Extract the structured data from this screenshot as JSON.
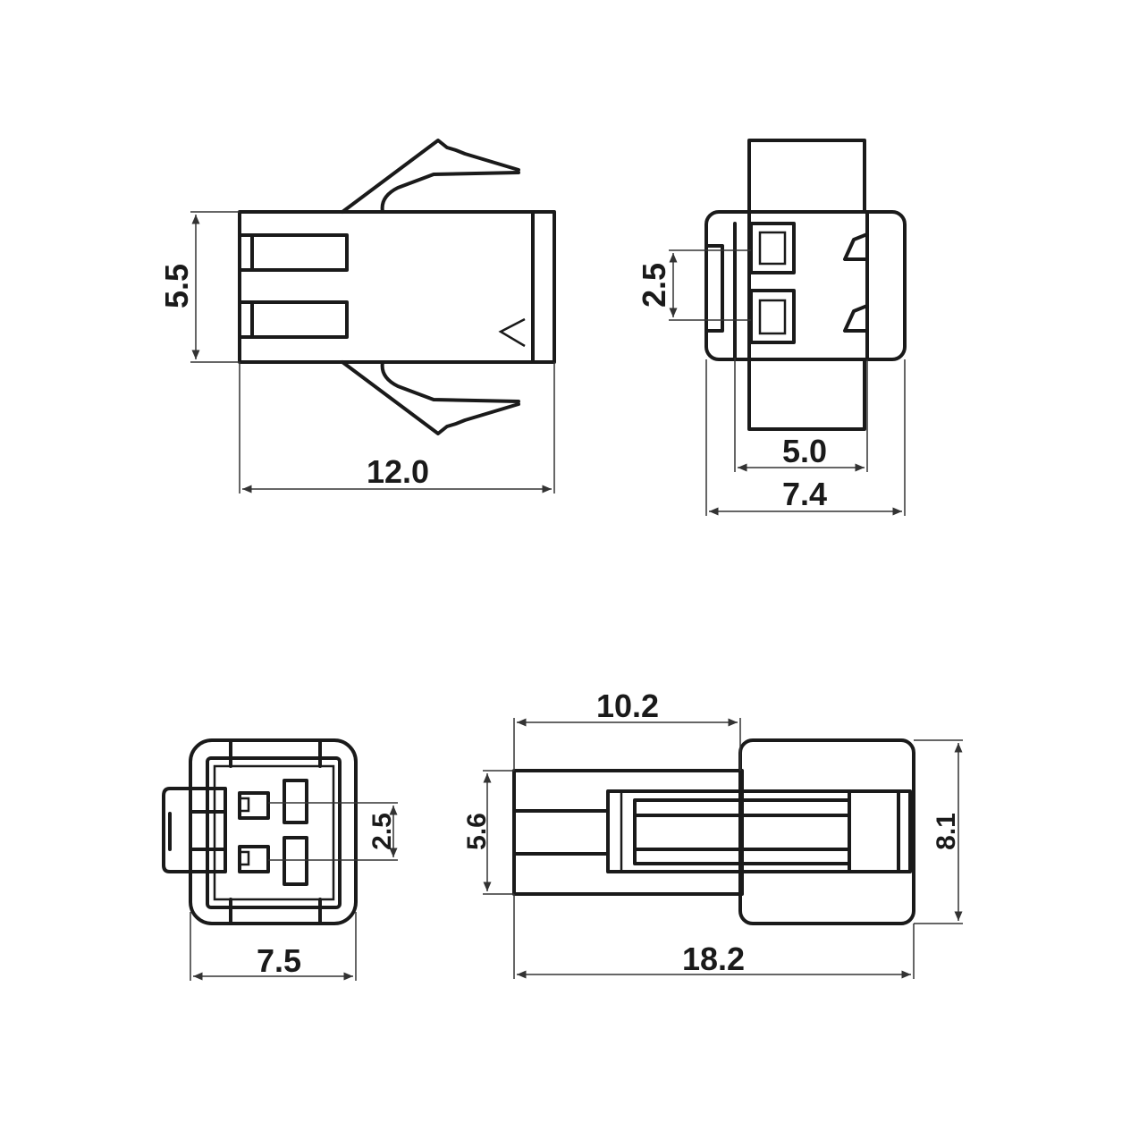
{
  "views": {
    "side_view": {
      "dims": {
        "height": "5.5",
        "length": "12.0"
      }
    },
    "front_view": {
      "dims": {
        "pitch": "2.5",
        "inner_width": "5.0",
        "width": "7.4"
      }
    },
    "rear_view": {
      "dims": {
        "pitch": "2.5",
        "width": "7.5"
      }
    },
    "mating_side_view": {
      "dims": {
        "front_length": "10.2",
        "body_height": "5.6",
        "total_height": "8.1",
        "total_length": "18.2"
      }
    }
  },
  "colors": {
    "line": "#1a1a1a",
    "background": "#ffffff"
  }
}
